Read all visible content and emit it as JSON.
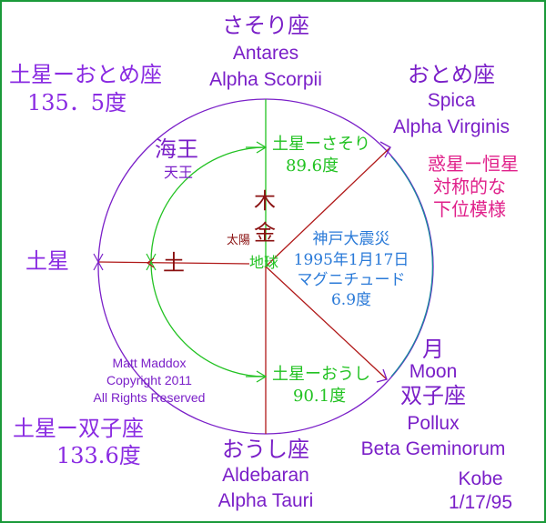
{
  "colors": {
    "border": "#1a9a3a",
    "purple": "#7a1fc8",
    "violet_text": "#8a2be2",
    "green": "#22c222",
    "red": "#b01818",
    "teal": "#1a8aa0",
    "blue_text": "#2a7ad8",
    "pink": "#e0208a",
    "dark_red_text": "#8a1010"
  },
  "labels": {
    "antares_jp": "さそり座",
    "antares_name": "Antares",
    "antares_sci": "Alpha Scorpii",
    "saturn_virgo": "土星ーおとめ座",
    "saturn_virgo_angle": "135．5度",
    "virgo_jp": "おとめ座",
    "spica_name": "Spica",
    "spica_sci": "Alpha Virginis",
    "neptune": "海王",
    "uranus": "天王",
    "saturn_scorpio": "土星ーさそり",
    "saturn_scorpio_angle": "89.6度",
    "planet_star_1": "惑星ー恒星",
    "planet_star_2": "対称的な",
    "planet_star_3": "下位模様",
    "jupiter": "木",
    "venus": "金",
    "sun": "太陽",
    "earth": "地球",
    "saturn_inner": "土",
    "saturn_outer": "土星",
    "kobe_1": "神戸大震災",
    "kobe_2": "1995年1月17日",
    "kobe_3": "マグニチュード",
    "kobe_4": "6.9度",
    "copyright_1": "Matt Maddox",
    "copyright_2": "Copyright 2011",
    "copyright_3": "All Rights Reserved",
    "moon_jp": "月",
    "moon_name": "Moon",
    "gemini_jp": "双子座",
    "pollux_name": "Pollux",
    "pollux_sci": "Beta Geminorum",
    "saturn_taurus": "土星ーおうし",
    "saturn_taurus_angle": "90.1度",
    "saturn_gemini": "土星ー双子座",
    "saturn_gemini_angle": "133.6度",
    "taurus_jp": "おうし座",
    "aldebaran_name": "Aldebaran",
    "aldebaran_sci": "Alpha Tauri",
    "place": "Kobe",
    "date": "1/17/95"
  }
}
